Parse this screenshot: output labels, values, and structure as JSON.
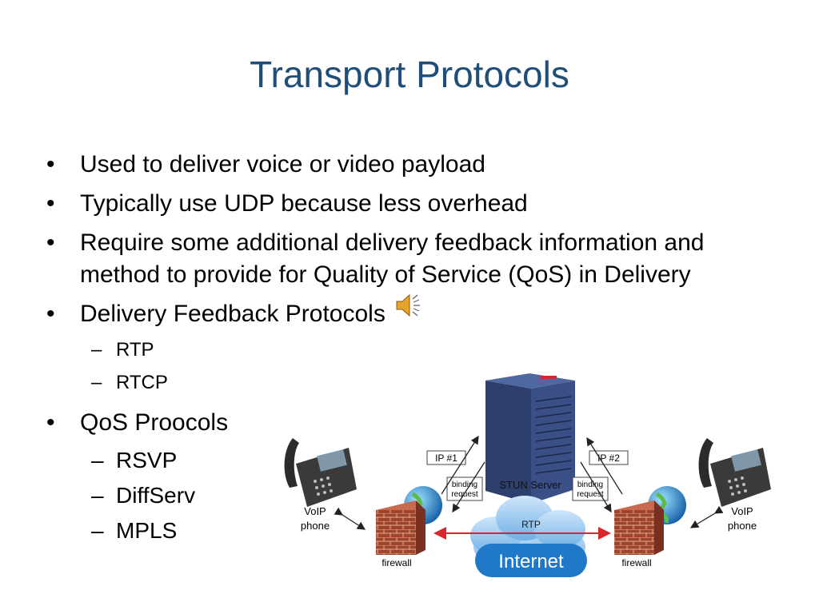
{
  "slide": {
    "title": "Transport Protocols",
    "bullets": [
      {
        "text": "Used to deliver voice or video payload",
        "children": []
      },
      {
        "text": "Typically use UDP because less overhead",
        "children": []
      },
      {
        "text": "Require some additional delivery feedback information and method to provide for Quality of Service (QoS) in Delivery",
        "children": []
      },
      {
        "text": "Delivery Feedback Protocols",
        "children": [
          "RTP",
          "RTCP"
        ]
      },
      {
        "text": "QoS Proocols",
        "children": [
          "RSVP",
          "DiffServ",
          "MPLS"
        ]
      }
    ]
  },
  "icons": {
    "audio": "speaker-icon"
  },
  "diagram": {
    "stun_server": "STUN Server",
    "ip1": "IP #1",
    "ip2": "IP #2",
    "binding_request_line1": "binding",
    "binding_request_line2": "request",
    "voip_line1": "VoIP",
    "voip_line2": "phone",
    "firewall": "firewall",
    "rtp": "RTP",
    "internet": "Internet"
  },
  "colors": {
    "title": "#1f4e79",
    "server": "#2e3f6e",
    "cloud": "#1f78c8",
    "rtp_arrow": "#d9262c",
    "brick": "#a0442e"
  }
}
